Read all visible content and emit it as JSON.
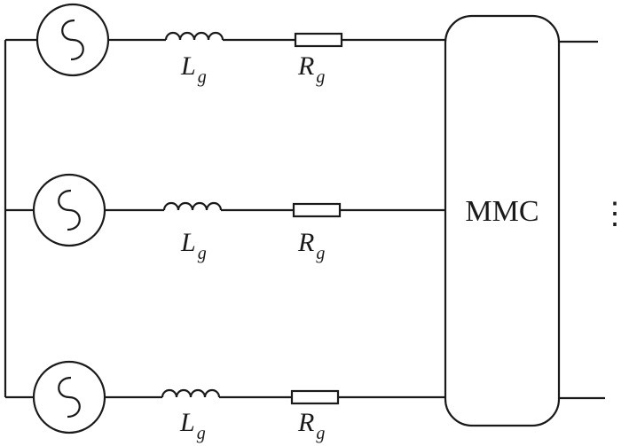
{
  "diagram": {
    "branches": [
      {
        "inductor_symbol": "L",
        "inductor_subscript": "g",
        "resistor_symbol": "R",
        "resistor_subscript": "g"
      },
      {
        "inductor_symbol": "L",
        "inductor_subscript": "g",
        "resistor_symbol": "R",
        "resistor_subscript": "g"
      },
      {
        "inductor_symbol": "L",
        "inductor_subscript": "g",
        "resistor_symbol": "R",
        "resistor_subscript": "g"
      }
    ],
    "converter_label": "MMC",
    "continuation_symbol": "⋮"
  }
}
